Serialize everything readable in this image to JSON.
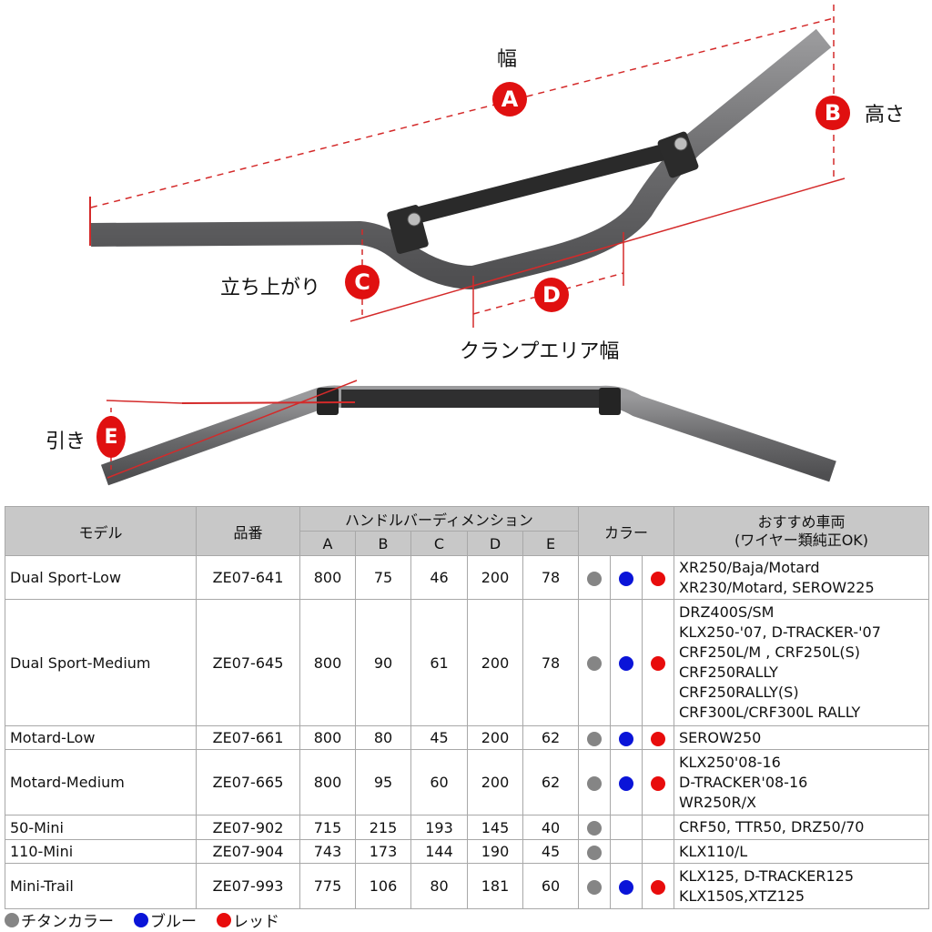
{
  "diagram": {
    "top_view": {
      "labels": {
        "width": "幅",
        "height": "高さ",
        "rise": "立ち上がり",
        "clamp_area_width": "クランプエリア幅"
      },
      "badges": {
        "A": "A",
        "B": "B",
        "C": "C",
        "D": "D"
      }
    },
    "side_view": {
      "labels": {
        "pullback": "引き"
      },
      "badges": {
        "E": "E"
      }
    },
    "colors": {
      "marker_red": "#e01010",
      "bar_gray": "#6e6e70",
      "crossbar_black": "#2a2a2a"
    }
  },
  "table": {
    "headers": {
      "model": "モデル",
      "part_number": "品番",
      "dimensions": "ハンドルバーディメンション",
      "dim_cols": [
        "A",
        "B",
        "C",
        "D",
        "E"
      ],
      "color": "カラー",
      "vehicles_line1": "おすすめ車両",
      "vehicles_line2": "(ワイヤー類純正OK)"
    },
    "rows": [
      {
        "model": "Dual Sport-Low",
        "part": "ZE07-641",
        "A": "800",
        "B": "75",
        "C": "46",
        "D": "200",
        "E": "78",
        "colors": [
          "gray",
          "blue",
          "red"
        ],
        "vehicles": [
          "XR250/Baja/Motard",
          "XR230/Motard, SEROW225"
        ]
      },
      {
        "model": "Dual Sport-Medium",
        "part": "ZE07-645",
        "A": "800",
        "B": "90",
        "C": "61",
        "D": "200",
        "E": "78",
        "colors": [
          "gray",
          "blue",
          "red"
        ],
        "vehicles": [
          "DRZ400S/SM",
          "KLX250-'07, D-TRACKER-'07",
          "CRF250L/M , CRF250L(S)",
          "CRF250RALLY",
          "CRF250RALLY(S)",
          "CRF300L/CRF300L RALLY"
        ]
      },
      {
        "model": "Motard-Low",
        "part": "ZE07-661",
        "A": "800",
        "B": "80",
        "C": "45",
        "D": "200",
        "E": "62",
        "colors": [
          "gray",
          "blue",
          "red"
        ],
        "vehicles": [
          "SEROW250"
        ]
      },
      {
        "model": "Motard-Medium",
        "part": "ZE07-665",
        "A": "800",
        "B": "95",
        "C": "60",
        "D": "200",
        "E": "62",
        "colors": [
          "gray",
          "blue",
          "red"
        ],
        "vehicles": [
          "KLX250'08-16",
          "D-TRACKER'08-16",
          "WR250R/X"
        ]
      },
      {
        "model": "50-Mini",
        "part": "ZE07-902",
        "A": "715",
        "B": "215",
        "C": "193",
        "D": "145",
        "E": "40",
        "colors": [
          "gray"
        ],
        "vehicles": [
          "CRF50, TTR50, DRZ50/70"
        ]
      },
      {
        "model": "110-Mini",
        "part": "ZE07-904",
        "A": "743",
        "B": "173",
        "C": "144",
        "D": "190",
        "E": "45",
        "colors": [
          "gray"
        ],
        "vehicles": [
          "KLX110/L"
        ]
      },
      {
        "model": "Mini-Trail",
        "part": "ZE07-993",
        "A": "775",
        "B": "106",
        "C": "80",
        "D": "181",
        "E": "60",
        "colors": [
          "gray",
          "blue",
          "red"
        ],
        "vehicles": [
          "KLX125, D-TRACKER125",
          "KLX150S,XTZ125"
        ]
      }
    ],
    "color_swatches": {
      "gray": "#858585",
      "blue": "#0a14d8",
      "red": "#e80c0c"
    },
    "header_bg": "#c8c8c8"
  },
  "legend": [
    {
      "key": "gray",
      "label": "チタンカラー"
    },
    {
      "key": "blue",
      "label": "ブルー"
    },
    {
      "key": "red",
      "label": "レッド"
    }
  ]
}
